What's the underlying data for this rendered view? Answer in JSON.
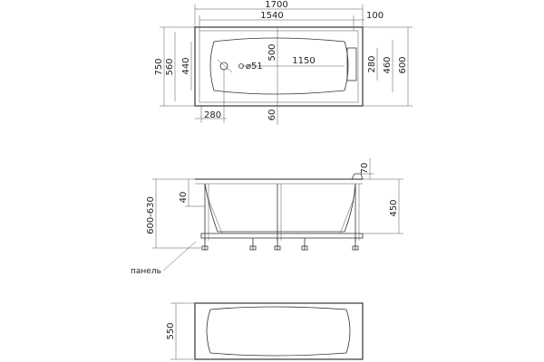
{
  "top_view": {
    "width_overall": "1700",
    "width_inner": "1540",
    "rim": "100",
    "height_overall": "750",
    "height_inner": "560",
    "height_bowl": "440",
    "depth_mid": "500",
    "bottom_length": "1150",
    "drain": "⌀51",
    "offset_left": "280",
    "offset_bottom": "60",
    "right_a": "280",
    "right_b": "460",
    "right_c": "600"
  },
  "side_view": {
    "height_range": "600-630",
    "lip": "40",
    "depth": "450",
    "top_rise": "70",
    "panel_label": "панель"
  },
  "bottom_view": {
    "panel_height": "550"
  }
}
